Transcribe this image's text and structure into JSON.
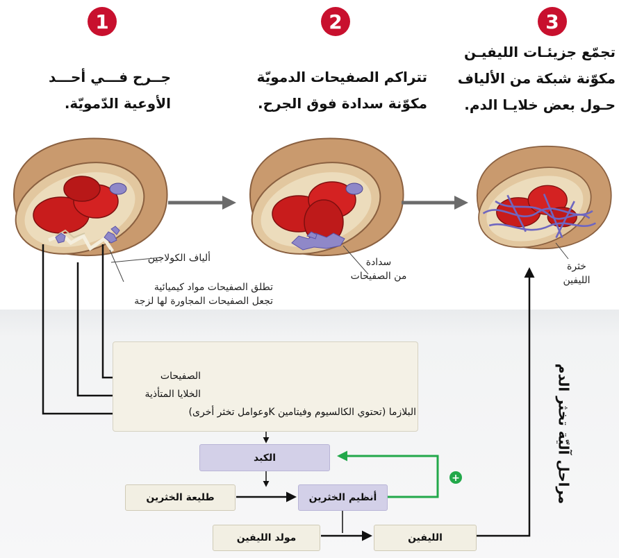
{
  "steps": [
    {
      "number": "1",
      "caption_lines": [
        "جــرح فـــي أحـــد",
        "الأوعية الدّمويّة."
      ]
    },
    {
      "number": "2",
      "caption_lines": [
        "تتراكم الصفيحات الدمويّة",
        "مكوّنة سدادة فوق الجرح."
      ]
    },
    {
      "number": "3",
      "caption_lines": [
        "تجمّع جزيئـات الليفيـن",
        "مكوّنة شبكة من الألياف",
        "حـول بعض خلايـا الدم."
      ]
    }
  ],
  "labels": {
    "collagen": "ألياف الكولاجين",
    "platelet_release_line1": "تطلق الصفيحات مواد كيميائية",
    "platelet_release_line2": "تجعل الصفيحات المجاورة لها لزجة",
    "plug_line1": "سدادة",
    "plug_line2": "من الصفيحات",
    "clot_line1": "خثرة",
    "clot_line2": "الليفين"
  },
  "panel_items": [
    "الصفيحات",
    "الخلايا المتأذية",
    "البلازما (تحتوي الكالسيوم وفيتامين Kوعوامل تخثر أخرى)"
  ],
  "boxes": {
    "liver": "الكبد",
    "prothrombin": "طليعة الخثرين",
    "thrombin": "أنظيم الخثرين",
    "fibrinogen": "مولد الليفين",
    "fibrin": "الليفين"
  },
  "feedback_symbol": "+",
  "vertical_title": "مراحل آليّة تخثر الدم",
  "colors": {
    "step_badge": "#c8102e",
    "feedback_arrow": "#22a84a",
    "box_purple": "#d3d0e8",
    "box_beige": "#f2efe3"
  }
}
